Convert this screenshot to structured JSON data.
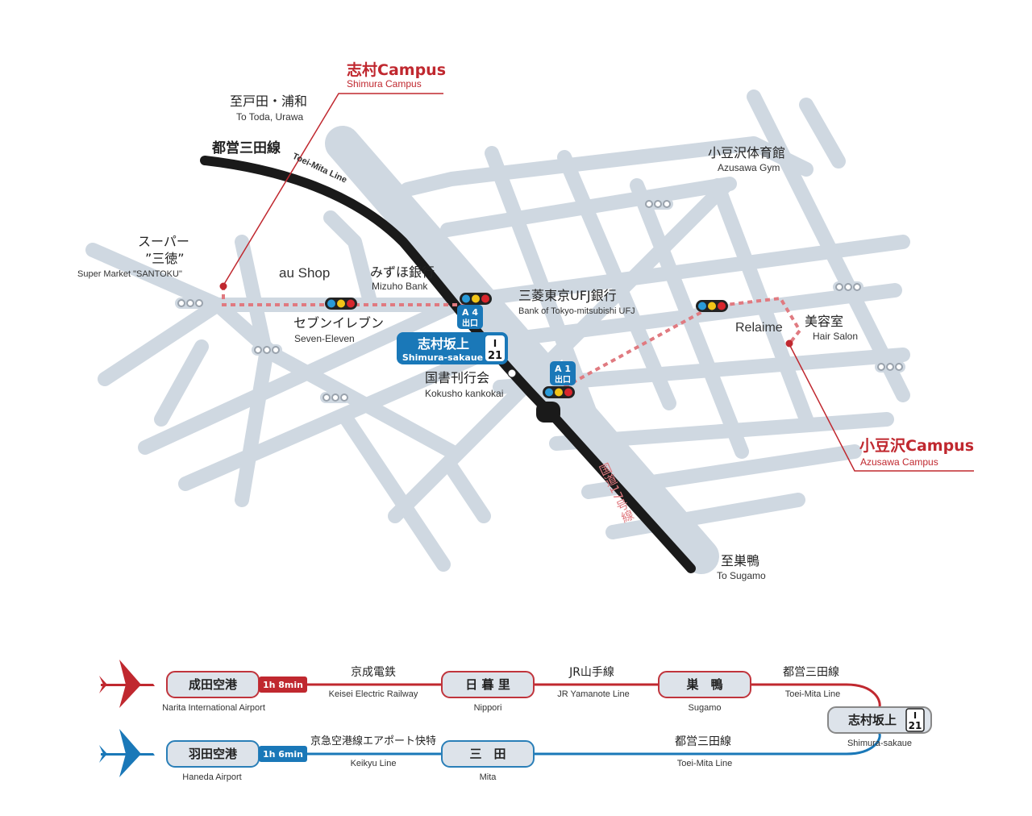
{
  "colors": {
    "red": "#c0282f",
    "blue": "#1a78b8",
    "road": "#cfd8e1",
    "rail": "#1a1a1a"
  },
  "campuses": {
    "shimura": {
      "jp": "志村Campus",
      "en": "Shimura Campus"
    },
    "azusawa": {
      "jp": "小豆沢Campus",
      "en": "Azusawa Campus"
    }
  },
  "labels": {
    "toda": {
      "jp": "至戸田・浦和",
      "en": "To Toda, Urawa"
    },
    "line": {
      "jp": "都営三田線",
      "en": "Toei-Mita Line"
    },
    "gym": {
      "jp": "小豆沢体育館",
      "en": "Azusawa Gym"
    },
    "super": {
      "jp1": "スーパー",
      "jp2": "”三徳”",
      "en": "Super Market \"SANTOKU\""
    },
    "au": {
      "en": "au Shop"
    },
    "mizuho": {
      "jp": "みずほ銀行",
      "en": "Mizuho Bank"
    },
    "mufj": {
      "jp": "三菱東京UFJ銀行",
      "en": "Bank of Tokyo-mitsubishi UFJ"
    },
    "seven": {
      "jp": "セブンイレブン",
      "en": "Seven-Eleven"
    },
    "kokusho": {
      "jp": "国書刊行会",
      "en": "Kokusho kankokai"
    },
    "relaime": {
      "en": "Relaime"
    },
    "salon": {
      "jp": "美容室",
      "en": "Hair Salon"
    },
    "sugamo": {
      "jp": "至巣鴨",
      "en": "To Sugamo"
    },
    "route17": "国道17号線"
  },
  "station": {
    "jp": "志村坂上",
    "en": "Shimura-sakaue",
    "code_letter": "I",
    "code_num": "21"
  },
  "exits": {
    "a4": {
      "num": "A 4",
      "label": "出口"
    },
    "a1": {
      "num": "A 1",
      "label": "出口"
    }
  },
  "routes": {
    "narita": {
      "airport_jp": "成田空港",
      "airport_en": "Narita International Airport",
      "time": "1h 8min",
      "seg1_jp": "京成電鉄",
      "seg1_en": "Keisei Electric Railway",
      "st1_jp": "日 暮 里",
      "st1_en": "Nippori",
      "seg2_jp": "JR山手線",
      "seg2_en": "JR Yamanote Line",
      "st2_jp": "巣　鴨",
      "st2_en": "Sugamo",
      "seg3_jp": "都営三田線",
      "seg3_en": "Toei-Mita Line"
    },
    "haneda": {
      "airport_jp": "羽田空港",
      "airport_en": "Haneda Airport",
      "time": "1h 6min",
      "seg1_jp": "京急空港線エアポート快特",
      "seg1_en": "Keikyu Line",
      "st1_jp": "三　田",
      "st1_en": "Mita",
      "seg2_jp": "都営三田線",
      "seg2_en": "Toei-Mita Line"
    },
    "dest": {
      "jp": "志村坂上",
      "en": "Shimura-sakaue",
      "code_letter": "I",
      "code_num": "21"
    }
  }
}
